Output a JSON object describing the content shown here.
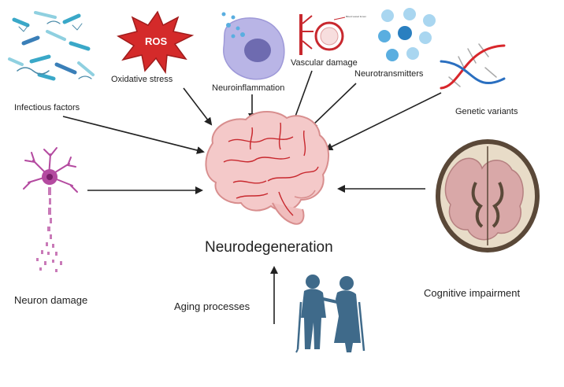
{
  "center": {
    "label": "Neurodegeneration"
  },
  "factors": {
    "infectious": {
      "label": "Infectious factors",
      "icon": "bacteria-icon"
    },
    "oxidative": {
      "label": "Oxidative stress",
      "icon": "ros-burst-icon",
      "badge": "ROS"
    },
    "inflammation": {
      "label": "Neuroinflammation",
      "icon": "microglia-cell-icon"
    },
    "vascular": {
      "label": "Vascular damage",
      "icon": "blood-vessel-icon",
      "tag": "Blood vessel lumen"
    },
    "neurotransmitters": {
      "label": "Neurotransmitters",
      "icon": "molecules-icon"
    },
    "genetic": {
      "label": "Genetic variants",
      "icon": "dna-helix-icon"
    },
    "neuron": {
      "label": "Neuron damage",
      "icon": "damaged-neuron-icon"
    },
    "cognitive": {
      "label": "Cognitive impairment",
      "icon": "atrophied-brain-slice-icon"
    },
    "aging": {
      "label": "Aging processes",
      "icon": "elderly-couple-icon"
    }
  },
  "colors": {
    "brain": "#f4c9c9",
    "brain_vessels": "#c8282e",
    "ros": "#d42a2a",
    "microglia": "#b9b5e6",
    "dna_red": "#d8262b",
    "dna_blue": "#2a6fc0",
    "molecules": "#5aaee0",
    "neuron": "#b44aa0",
    "elderly": "#3f6a8a",
    "arrow": "#222222"
  }
}
